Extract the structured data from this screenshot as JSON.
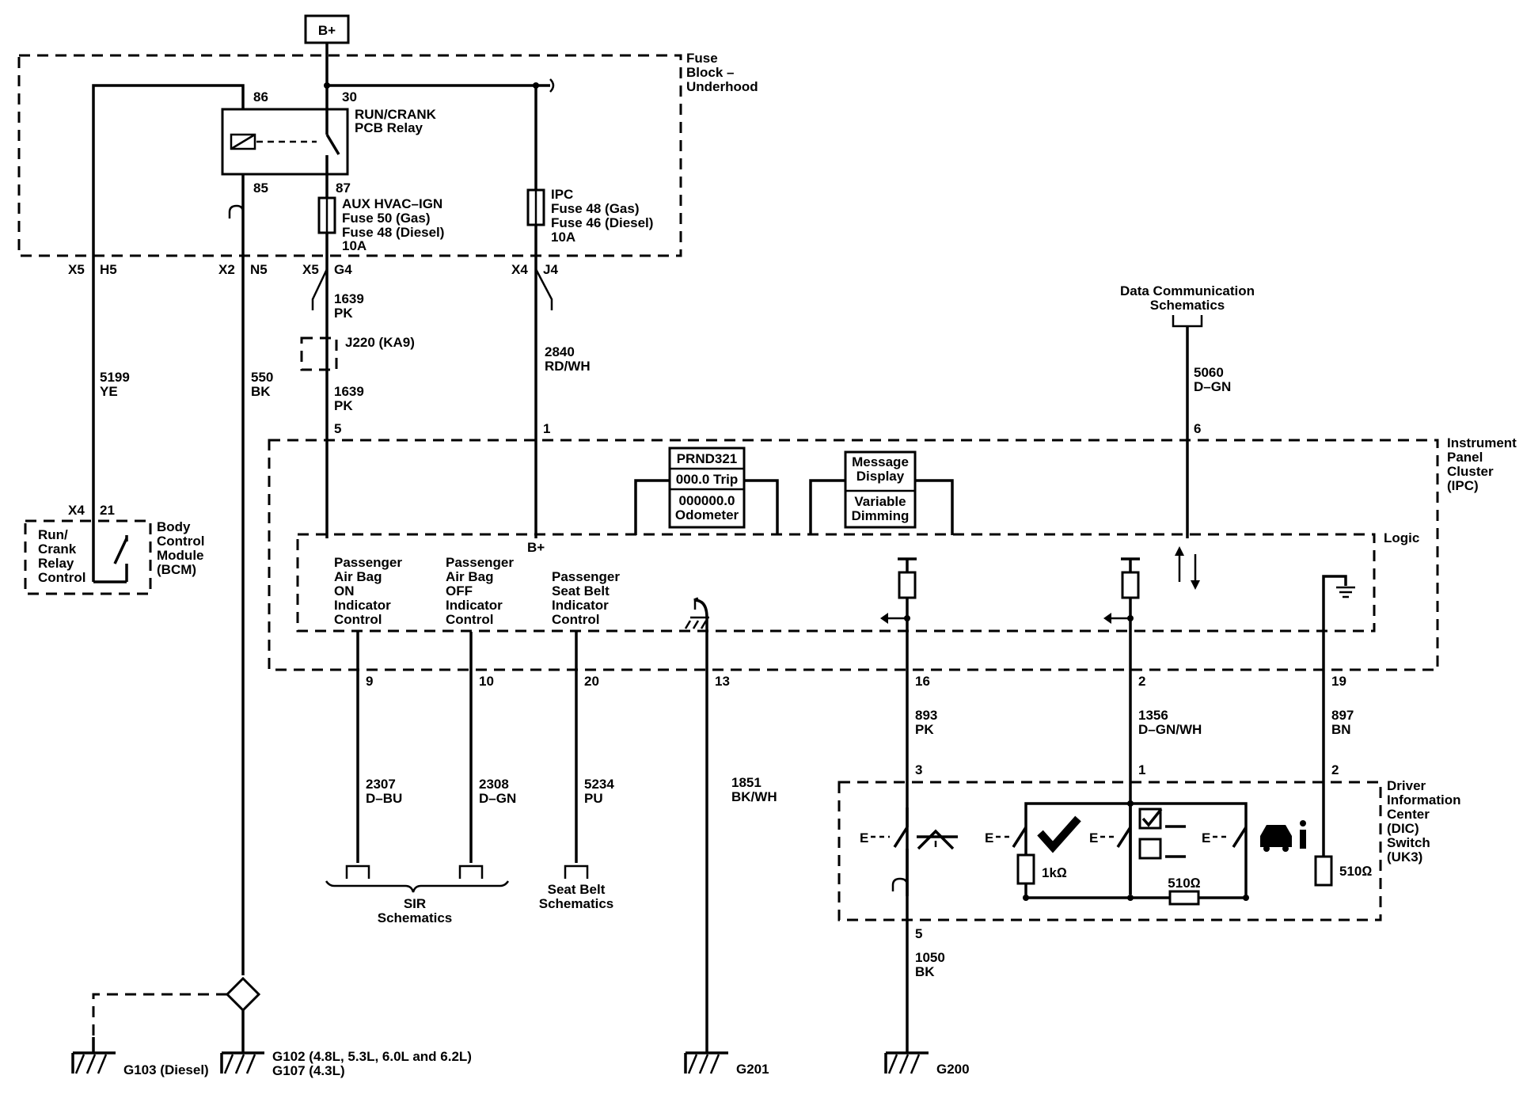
{
  "power": {
    "source": "B+"
  },
  "fuse_block": {
    "label": [
      "Fuse",
      "Block –",
      "Underhood"
    ],
    "relay": {
      "name": [
        "RUN/CRANK",
        "PCB Relay"
      ],
      "pin86": "86",
      "pin30": "30",
      "pin85": "85",
      "pin87": "87"
    },
    "fuse_aux": [
      "AUX HVAC–IGN",
      "Fuse 50 (Gas)",
      "Fuse 48 (Diesel)",
      "10A"
    ],
    "fuse_ipc": [
      "IPC",
      "Fuse 48 (Gas)",
      "Fuse 46 (Diesel)",
      "10A"
    ],
    "connectors": {
      "c1_conn": "X5",
      "c1_pin": "H5",
      "c2_conn": "X2",
      "c2_pin": "N5",
      "c3_conn": "X5",
      "c3_pin": "G4",
      "c4_conn": "X4",
      "c4_pin": "J4"
    }
  },
  "wires": {
    "w5199": [
      "5199",
      "YE"
    ],
    "w550": [
      "550",
      "BK"
    ],
    "w1639a": [
      "1639",
      "PK"
    ],
    "w1639b": [
      "1639",
      "PK"
    ],
    "w2840": [
      "2840",
      "RD/WH"
    ],
    "w5060": [
      "5060",
      "D–GN"
    ],
    "w893": [
      "893",
      "PK"
    ],
    "w1356": [
      "1356",
      "D–GN/WH"
    ],
    "w897": [
      "897",
      "BN"
    ],
    "w2307": [
      "2307",
      "D–BU"
    ],
    "w2308": [
      "2308",
      "D–GN"
    ],
    "w5234": [
      "5234",
      "PU"
    ],
    "w1851": [
      "1851",
      "BK/WH"
    ],
    "w1050": [
      "1050",
      "BK"
    ]
  },
  "splice": {
    "label": "J220 (KA9)"
  },
  "data_comm": [
    "Data Communication",
    "Schematics"
  ],
  "bcm": {
    "label": [
      "Body",
      "Control",
      "Module",
      "(BCM)"
    ],
    "control": [
      "Run/",
      "Crank",
      "Relay",
      "Control"
    ],
    "conn": "X4",
    "pin": "21"
  },
  "ipc": {
    "label": [
      "Instrument",
      "Panel",
      "Cluster",
      "(IPC)"
    ],
    "logic": "Logic",
    "bplus": "B+",
    "display1": [
      "PRND321",
      "000.0 Trip",
      "000000.0",
      "Odometer"
    ],
    "display2": [
      "Message",
      "Display",
      "Variable",
      "Dimming"
    ],
    "controls": {
      "on": [
        "Passenger",
        "Air Bag",
        "ON",
        "Indicator",
        "Control"
      ],
      "off": [
        "Passenger",
        "Air Bag",
        "OFF",
        "Indicator",
        "Control"
      ],
      "seat": [
        "Passenger",
        "Seat Belt",
        "Indicator",
        "Control"
      ]
    },
    "pins": {
      "p5": "5",
      "p1": "1",
      "p6": "6",
      "p9": "9",
      "p10": "10",
      "p20": "20",
      "p13": "13",
      "p16": "16",
      "p2": "2",
      "p19": "19"
    }
  },
  "dic": {
    "label": [
      "Driver",
      "Information",
      "Center",
      "(DIC)",
      "Switch",
      "(UK3)"
    ],
    "pins": {
      "p3": "3",
      "p1": "1",
      "p2": "2",
      "p5": "5"
    },
    "e_label": "E",
    "r1k": "1kΩ",
    "r510a": "510Ω",
    "r510b": "510Ω"
  },
  "schematics": {
    "sir": [
      "SIR",
      "Schematics"
    ],
    "seat": [
      "Seat Belt",
      "Schematics"
    ]
  },
  "grounds": {
    "g103": "G103 (Diesel)",
    "g102": "G102 (4.8L, 5.3L, 6.0L and 6.2L)",
    "g107": "G107 (4.3L)",
    "g201": "G201",
    "g200": "G200"
  }
}
